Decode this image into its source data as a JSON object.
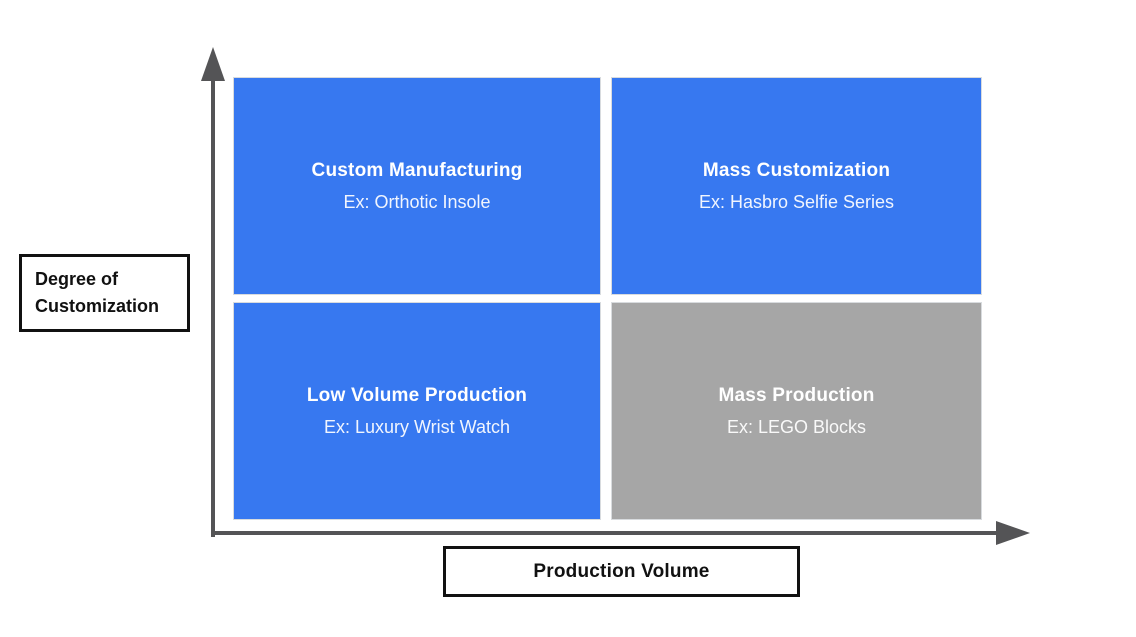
{
  "diagram": {
    "type": "2x2-matrix",
    "y_axis_label": "Degree of Customization",
    "x_axis_label": "Production Volume",
    "quadrants": [
      {
        "position": "top-left",
        "title": "Custom Manufacturing",
        "example": "Ex: Orthotic Insole",
        "bg": "#3778f0"
      },
      {
        "position": "top-right",
        "title": "Mass Customization",
        "example": "Ex: Hasbro Selfie Series",
        "bg": "#3778f0"
      },
      {
        "position": "bottom-left",
        "title": "Low Volume Production",
        "example": "Ex: Luxury Wrist Watch",
        "bg": "#3778f0"
      },
      {
        "position": "bottom-right",
        "title": "Mass Production",
        "example": "Ex: LEGO Blocks",
        "bg": "#a6a6a6"
      }
    ],
    "colors": {
      "quadrant_blue": "#3778f0",
      "quadrant_gray": "#a6a6a6",
      "axis": "#545456",
      "label_box_border": "#111111",
      "label_text": "#111111",
      "quadrant_title_text": "#ffffff",
      "quadrant_example_text": "#f2f5fc",
      "background": "#ffffff"
    }
  }
}
